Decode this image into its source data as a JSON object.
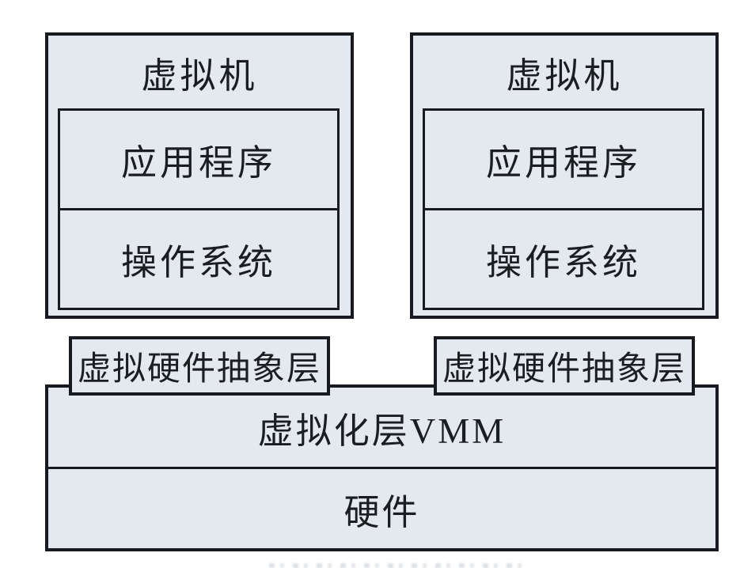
{
  "diagram": {
    "title_semantic": "virtualization-architecture-diagram",
    "colors": {
      "background": "#ffffff",
      "box_fill": "#e4e9ef",
      "border": "#181a1f",
      "text": "#1b1d21"
    },
    "vm_left": {
      "title": "虚拟机",
      "layers": [
        {
          "label": "应用程序"
        },
        {
          "label": "操作系统"
        }
      ]
    },
    "vm_right": {
      "title": "虚拟机",
      "layers": [
        {
          "label": "应用程序"
        },
        {
          "label": "操作系统"
        }
      ]
    },
    "hal_left": {
      "label": "虚拟硬件抽象层"
    },
    "hal_right": {
      "label": "虚拟硬件抽象层"
    },
    "vmm": {
      "label": "虚拟化层VMM"
    },
    "hardware": {
      "label": "硬件"
    }
  }
}
